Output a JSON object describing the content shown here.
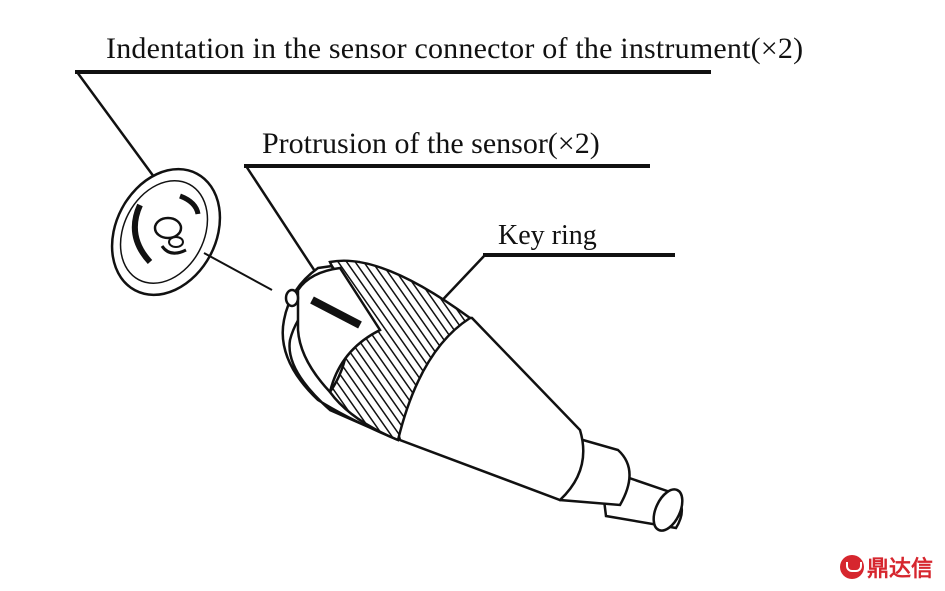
{
  "callouts": {
    "indentation": "Indentation in the sensor connector of the instrument(×2)",
    "protrusion": "Protrusion of the sensor(×2)",
    "key_ring": "Key ring"
  },
  "watermark": {
    "text": "鼎达信",
    "color": "#d6262e"
  }
}
